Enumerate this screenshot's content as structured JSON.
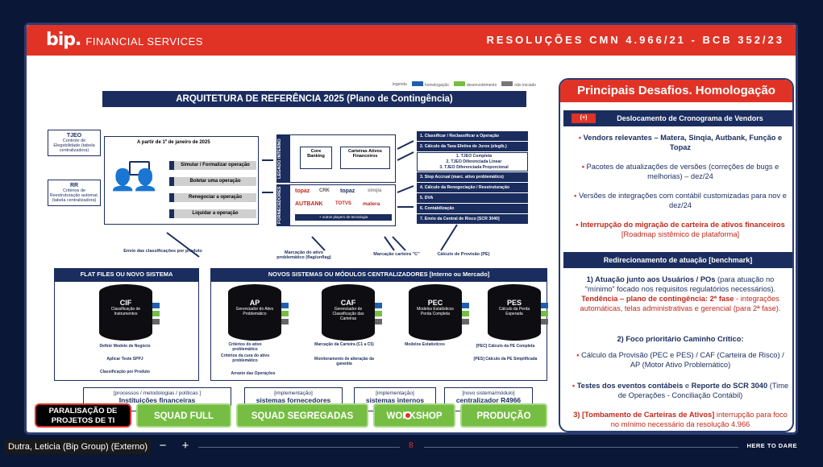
{
  "header": {
    "logo_mark": "bip.",
    "logo_text": "FINANCIAL SERVICES",
    "title": "RESOLUÇÕES CMN 4.966/21 - BCB 352/23"
  },
  "legend": {
    "items": [
      "legenda",
      "homologação",
      "desenvolvimento",
      "não iniciado"
    ]
  },
  "diagram": {
    "title": "ARQUITETURA DE REFERÊNCIA 2025 (Plano de Contingência)",
    "tjeo": {
      "title": "TJEO",
      "text": "Controle de Elegebilidade (tabela centralizadora)"
    },
    "rr": {
      "title": "RR",
      "text": "Critérios de Reestruturação automat. (tabela centralizadora)"
    },
    "date": "A partir de 1º de janeiro de 2025",
    "actions": [
      "Simular / Formalizar operação",
      "Boletar uma operação",
      "Renegociar a operação",
      "Liquidar a operação"
    ],
    "legado_label": "LEGADO INTERNO",
    "fornecedores_label": "FORNECEDORES",
    "core_banking": "Core Banking",
    "carteiras": "Carteiras Ativos Financeiros",
    "vendors": [
      "topaz",
      "CRK",
      "topaz",
      "sinqia",
      "AUTBANK",
      "TOTVS",
      "matera"
    ],
    "vendors_more": "+ outros players de tecnologia",
    "steps": [
      "1. Classificar / Reclassificar a Operação",
      "2. Cálculo da Taxa Efetiva de Juros (elegib.)",
      "3. Stop Accrual (marc. ativo problemático)",
      "4. Cálculo da Renegociação / Reestruturação",
      "5. DVA",
      "6. Contabilização",
      "7. Envio da Central de Risco [SCR 3040]"
    ],
    "tjeo_lines": [
      "1. TJEO Completa",
      "2. TJEO Diferenciada Linear",
      "3. TJEO Diferenciada Proporcional"
    ],
    "arrow_notes": {
      "envio": "Envio das classificações por produto",
      "marcacao": "Marcação do ativo problemático (flag/unflag)",
      "carteira": "Marcação carteira \"C\"",
      "provisao": "Cálculo de Provisão (PE)"
    },
    "flat_files": "FLAT FILES OU NOVO SISTEMA",
    "novos": "NOVOS SISTEMAS OU MÓDULOS CENTRALIZADORES [Interno ou Mercado]",
    "cylinders": [
      {
        "code": "CIF",
        "label": "Classificação de Instrumentos"
      },
      {
        "code": "AP",
        "label": "Gerenciador do Ativo Problemático"
      },
      {
        "code": "CAF",
        "label": "Gerenciador de Classificação das Carteiras"
      },
      {
        "code": "PEC",
        "label": "Modelos Estatísticos Perda Completa"
      },
      {
        "code": "PES",
        "label": "Cálculo da Perda Esperada"
      }
    ],
    "cif_notes": [
      "Definir Modelo de Negócio",
      "Aplicar Teste SPPJ",
      "Classificação por Produto"
    ],
    "ap_notes": [
      "Critérios do ativo problemático",
      "Critérios da cura do ativo problemático",
      "Arrasto das Operações"
    ],
    "caf_notes": [
      "Marcação da Carteira (C1 a C5)",
      "Monitoramento de alteração da garantia"
    ],
    "pec_notes": [
      "Modelos Estatísticos"
    ],
    "pes_notes": [
      "[PEC] Cálculo da PE Completa",
      "[PES] Cálculo da PE Simplificada"
    ],
    "impl": [
      {
        "a": "[processos / metodologias / políticas ]",
        "b": "Instituições financeiras"
      },
      {
        "a": "[implementação]",
        "b": "sistemas fornecedores"
      },
      {
        "a": "[implementação]",
        "b": "sistemas internos"
      },
      {
        "a": "[novo sistema/módulo]",
        "b": "centralizador R4966"
      }
    ]
  },
  "panel": {
    "title": "Principais Desafios. Homologação",
    "band1": "Deslocamento de Cronograma de Vendors",
    "plus": "(+)",
    "b1": "Vendors relevantes – Matera, Sinqia, Autbank, Função e Topaz",
    "b2": "Pacotes de atualizações de versões (correções de bugs e melhorias) – dez/24",
    "b3": "Versões de integrações com contábil customizadas para nov e dez/24",
    "b4_red": "Interrupção do migração de carteira de ativos financeiros",
    "b4_rest": "[Roadmap sistêmico de plataforma]",
    "band2": "Redirecionamento de atuação [benchmark]",
    "p1_head": "1) Atuação junto aos Usuários / POs",
    "p1_body": "(para atuação no “mínimo” focado nos requisitos regulatórios necessários).",
    "p1_red": "Tendência – plano de contingência: 2ª fase",
    "p1_tail": "- integrações automáticas, telas administrativas e gerencial (para 2ª fase).",
    "p2_head": "2) Foco prioritário Caminho Crítico:",
    "p2_b1": "Cálculo da Provisão (PEC e PES) / CAF (Carteira de Risco) / AP (Motor Ativo Problemático)",
    "p2_b2_bold": "Testes dos eventos contábeis",
    "p2_b2_mid": " e ",
    "p2_b2_bold2": "Reporte do SCR 3040",
    "p2_b2_tail": " (Time de Operações - Conciliação Contábil)",
    "p3_red": "3) [Tombamento de Carteiras de Ativos]",
    "p3_rest": " interrupção para foco no mínimo necessário da resolução 4.966"
  },
  "buttons": {
    "paralisacao": "PARALISAÇÃO DE PROJETOS DE TI",
    "squad_full": "SQUAD FULL",
    "squad_seg": "SQUAD SEGREGADAS",
    "workshop": "WORKSHOP",
    "producao": "PRODUÇÃO"
  },
  "meeting": {
    "presenter": "Dutra, Leticia (Bip Group) (Externo)",
    "zoom_out": "−",
    "zoom_in": "+",
    "page": "8",
    "tagline": "HERE TO DARE"
  },
  "colors": {
    "brand_red": "#e03326",
    "navy": "#1b2d5e",
    "green": "#76bd43",
    "background": "#0b1736"
  }
}
